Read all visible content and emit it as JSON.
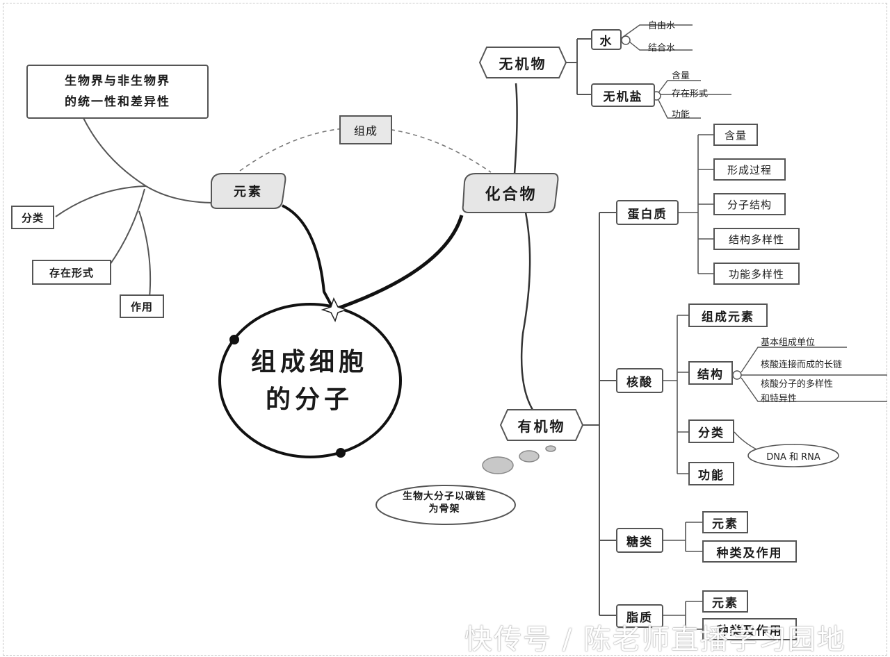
{
  "center": {
    "line1": "组成细胞",
    "line2": "的分子"
  },
  "left": {
    "unity_line1": "生物界与非生物界",
    "unity_line2": "的统一性和差异性",
    "element": "元素",
    "classify": "分类",
    "existence": "存在形式",
    "role": "作用"
  },
  "link_label": "组成",
  "compound": "化合物",
  "inorganic": {
    "title": "无机物",
    "water": "水",
    "free_water": "自由水",
    "bound_water": "结合水",
    "salt": "无机盐",
    "salt_items": [
      "含量",
      "存在形式",
      "功能"
    ]
  },
  "organic": {
    "title": "有机物",
    "thought": "生物大分子以碳链为骨架",
    "protein": {
      "title": "蛋白质",
      "items": [
        "含量",
        "形成过程",
        "分子结构",
        "结构多样性",
        "功能多样性"
      ]
    },
    "nucleic": {
      "title": "核酸",
      "elements": "组成元素",
      "structure": "结构",
      "structure_items": [
        "基本组成单位",
        "核酸连接而成的长链",
        "核酸分子的多样性",
        "和特异性"
      ],
      "classify": "分类",
      "dna_rna": "DNA 和 RNA",
      "function": "功能"
    },
    "sugar": {
      "title": "糖类",
      "items": [
        "元素",
        "种类及作用"
      ]
    },
    "lipid": {
      "title": "脂质",
      "items": [
        "元素",
        "种类及作用"
      ]
    }
  },
  "watermark": "快传号 / 陈老师直播学习园地"
}
